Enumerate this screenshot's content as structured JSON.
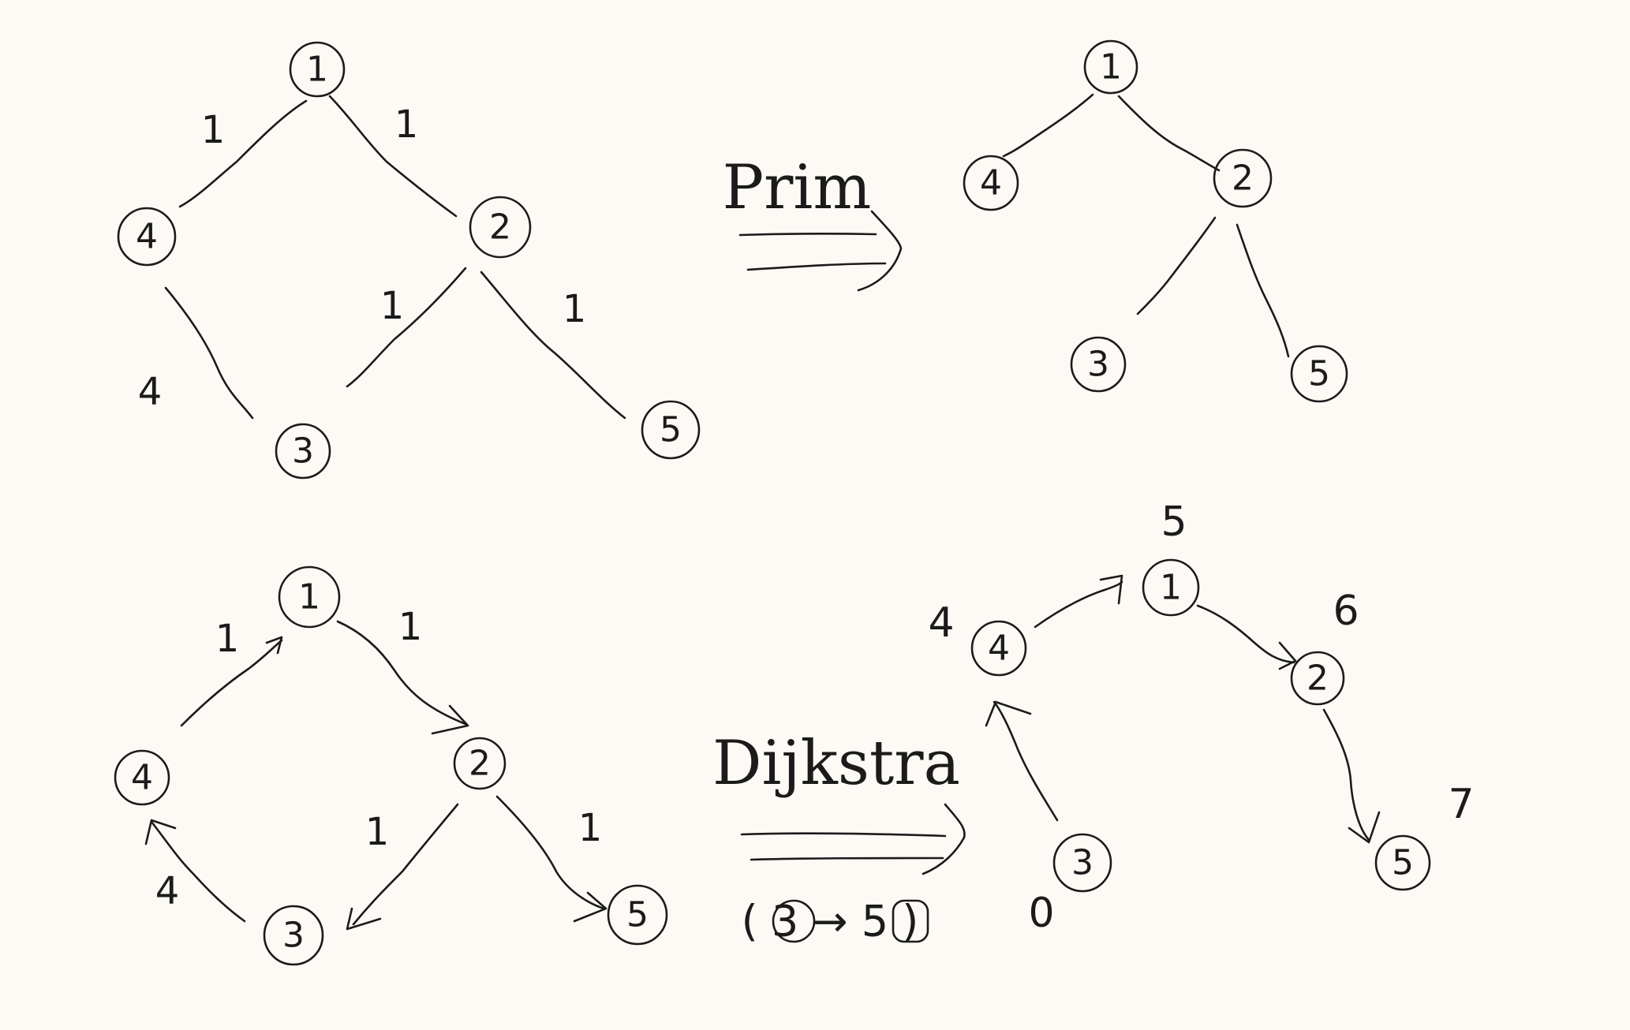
{
  "colors": {
    "ink": "#1b1b1b",
    "paper": "#fdfaf6"
  },
  "graphs": {
    "original": {
      "nodes": [
        {
          "id": "n1",
          "label": "1"
        },
        {
          "id": "n2",
          "label": "2"
        },
        {
          "id": "n3",
          "label": "3"
        },
        {
          "id": "n4",
          "label": "4"
        },
        {
          "id": "n5",
          "label": "5"
        }
      ],
      "edges": [
        {
          "from": "n1",
          "to": "n4",
          "weight": "1"
        },
        {
          "from": "n1",
          "to": "n2",
          "weight": "1"
        },
        {
          "from": "n4",
          "to": "n3",
          "weight": "4"
        },
        {
          "from": "n2",
          "to": "n3",
          "weight": "1"
        },
        {
          "from": "n2",
          "to": "n5",
          "weight": "1"
        }
      ]
    },
    "prim_tree": {
      "nodes": [
        {
          "id": "n1",
          "label": "1"
        },
        {
          "id": "n2",
          "label": "2"
        },
        {
          "id": "n3",
          "label": "3"
        },
        {
          "id": "n4",
          "label": "4"
        },
        {
          "id": "n5",
          "label": "5"
        }
      ],
      "edges": [
        {
          "from": "n1",
          "to": "n4"
        },
        {
          "from": "n1",
          "to": "n2"
        },
        {
          "from": "n2",
          "to": "n3"
        },
        {
          "from": "n2",
          "to": "n5"
        }
      ]
    },
    "directed": {
      "nodes": [
        {
          "id": "n1",
          "label": "1"
        },
        {
          "id": "n2",
          "label": "2"
        },
        {
          "id": "n3",
          "label": "3"
        },
        {
          "id": "n4",
          "label": "4"
        },
        {
          "id": "n5",
          "label": "5"
        }
      ],
      "edges": [
        {
          "from": "n4",
          "to": "n1",
          "weight": "1"
        },
        {
          "from": "n1",
          "to": "n2",
          "weight": "1"
        },
        {
          "from": "n3",
          "to": "n4",
          "weight": "4"
        },
        {
          "from": "n2",
          "to": "n3",
          "weight": "1"
        },
        {
          "from": "n2",
          "to": "n5",
          "weight": "1"
        }
      ]
    },
    "dijkstra_tree": {
      "nodes": [
        {
          "id": "n1",
          "label": "1",
          "dist": "5"
        },
        {
          "id": "n2",
          "label": "2",
          "dist": "6"
        },
        {
          "id": "n3",
          "label": "3",
          "dist": "0"
        },
        {
          "id": "n4",
          "label": "4",
          "dist": "4"
        },
        {
          "id": "n5",
          "label": "5",
          "dist": "7"
        }
      ],
      "edges": [
        {
          "from": "n4",
          "to": "n1"
        },
        {
          "from": "n1",
          "to": "n2"
        },
        {
          "from": "n3",
          "to": "n4"
        },
        {
          "from": "n2",
          "to": "n5"
        }
      ]
    }
  },
  "labels": {
    "prim": "Prim",
    "dijkstra": "Dijkstra",
    "dijkstra_note": "( 3 → 5 )"
  }
}
